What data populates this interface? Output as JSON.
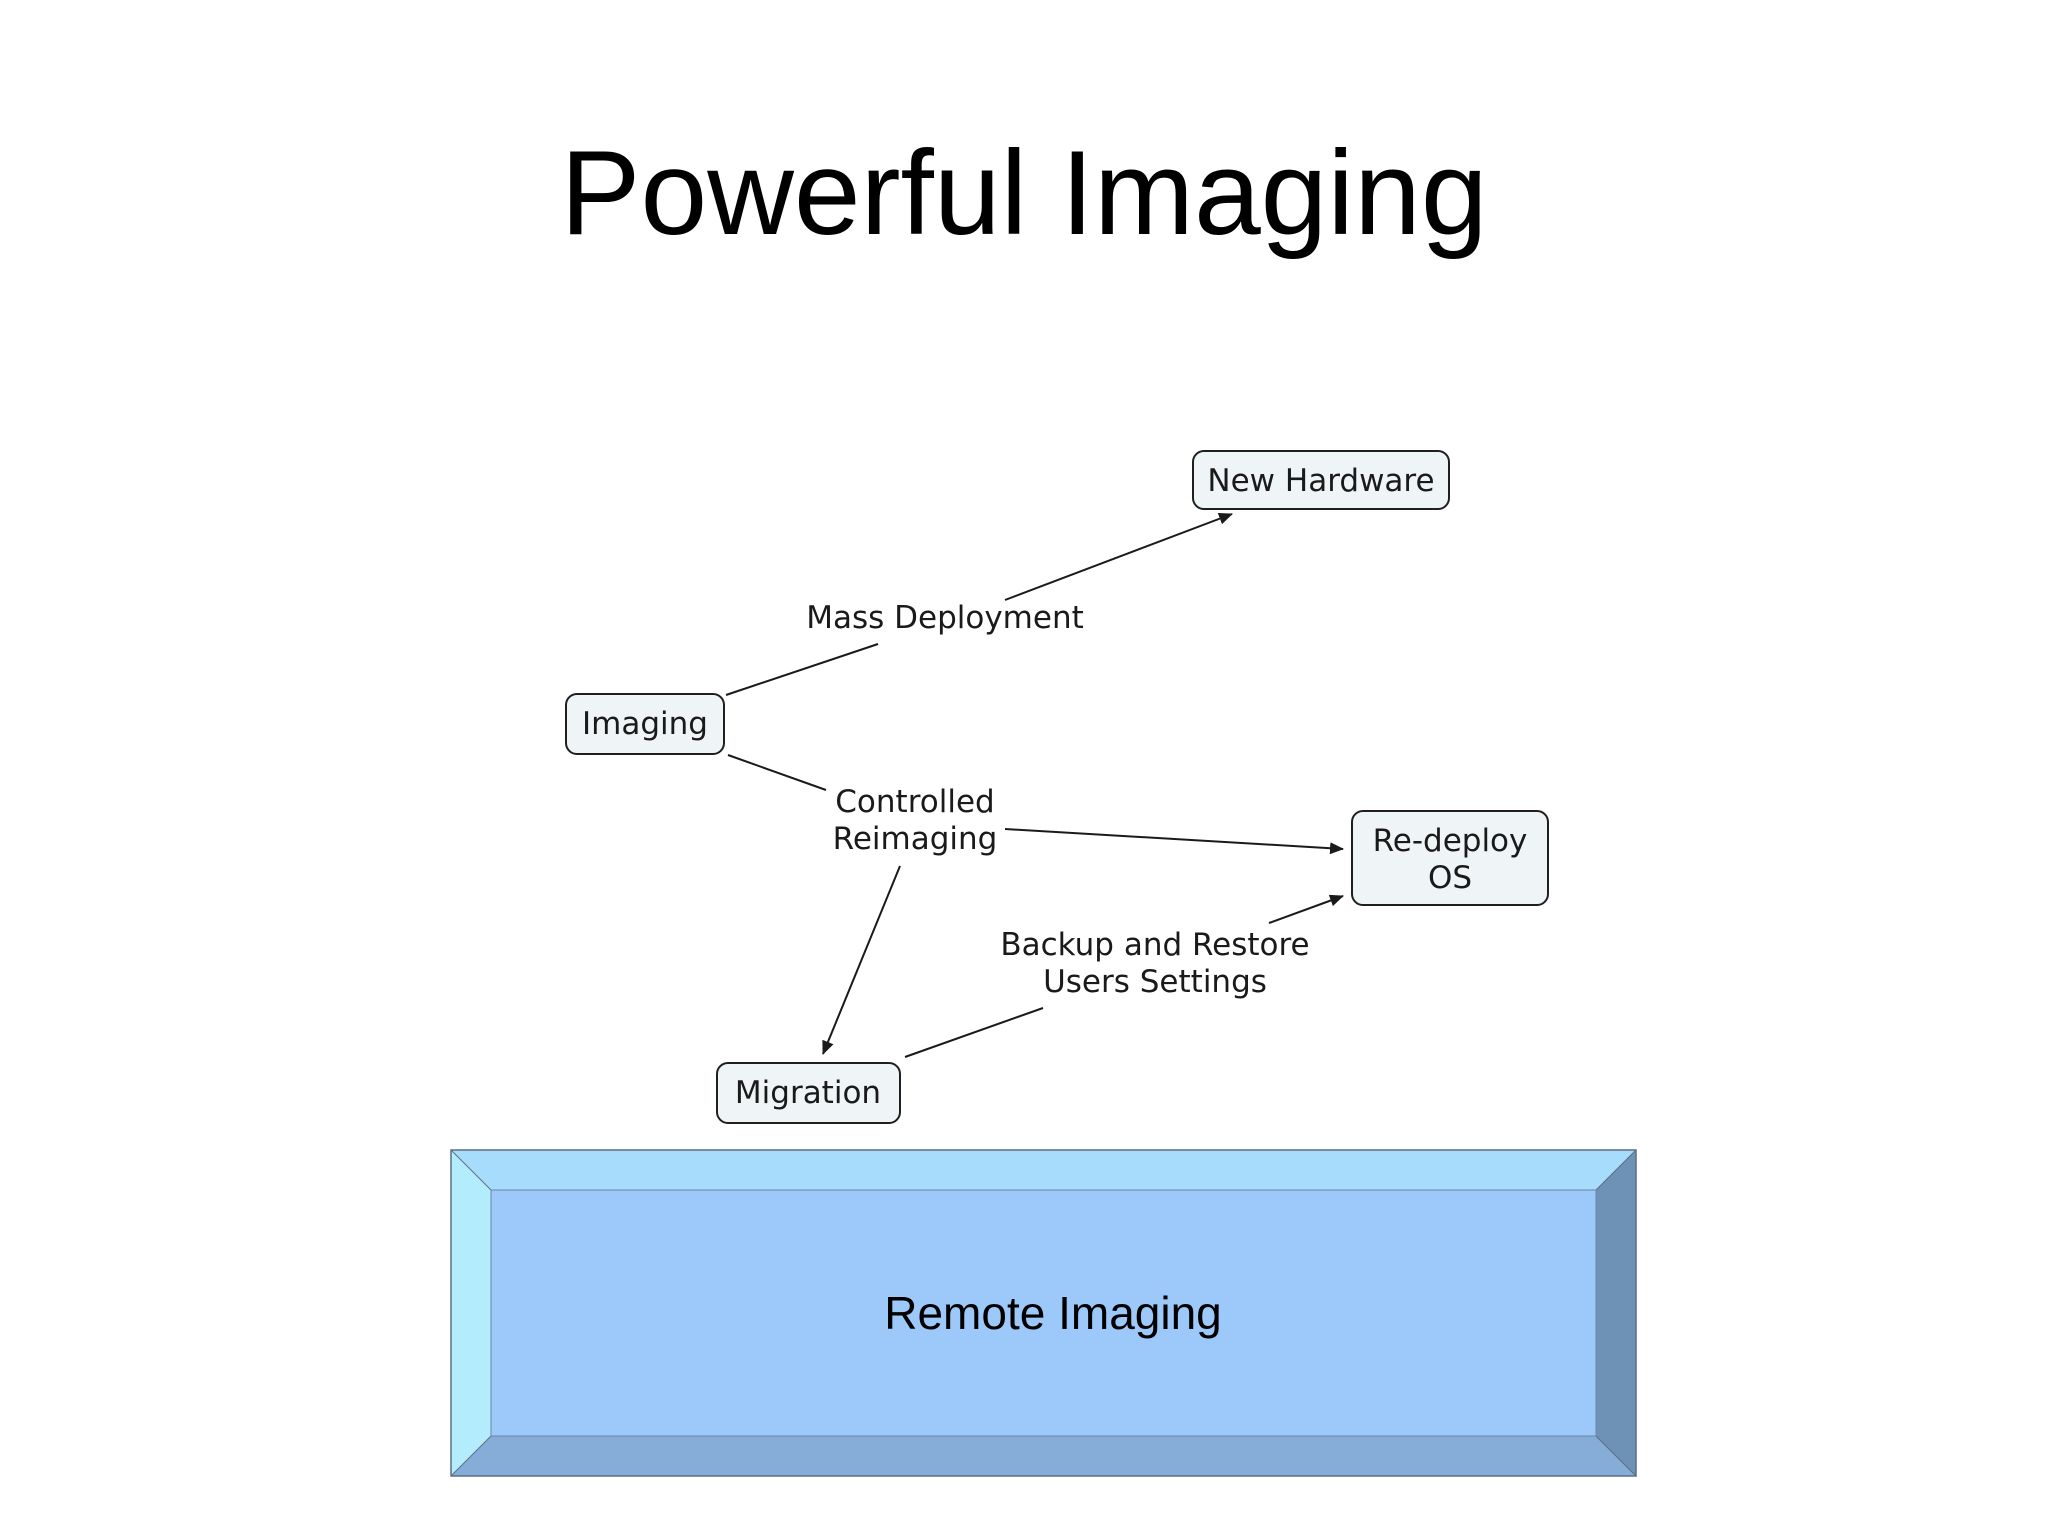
{
  "slide": {
    "title": "Powerful Imaging"
  },
  "diagram": {
    "nodes": {
      "imaging": "Imaging",
      "new_hardware": "New Hardware",
      "redeploy_os": [
        "Re-deploy",
        "OS"
      ],
      "migration": "Migration"
    },
    "edges": {
      "mass_deployment": [
        "Mass Deployment"
      ],
      "controlled_reimaging": [
        "Controlled",
        "Reimaging"
      ],
      "backup_restore": [
        "Backup and Restore",
        "Users Settings"
      ]
    },
    "colors": {
      "node_fill": "#eff4f6",
      "node_stroke": "#1f1f1f",
      "edge": "#1a1a1a"
    }
  },
  "remote_box": {
    "label": "Remote Imaging",
    "colors": {
      "face": "#9cc9fa",
      "top": "#a7dcfd",
      "left": "#b3edfd",
      "right": "#6d92b5",
      "bottom": "#86acd8",
      "outline": "#5a6f83"
    }
  }
}
